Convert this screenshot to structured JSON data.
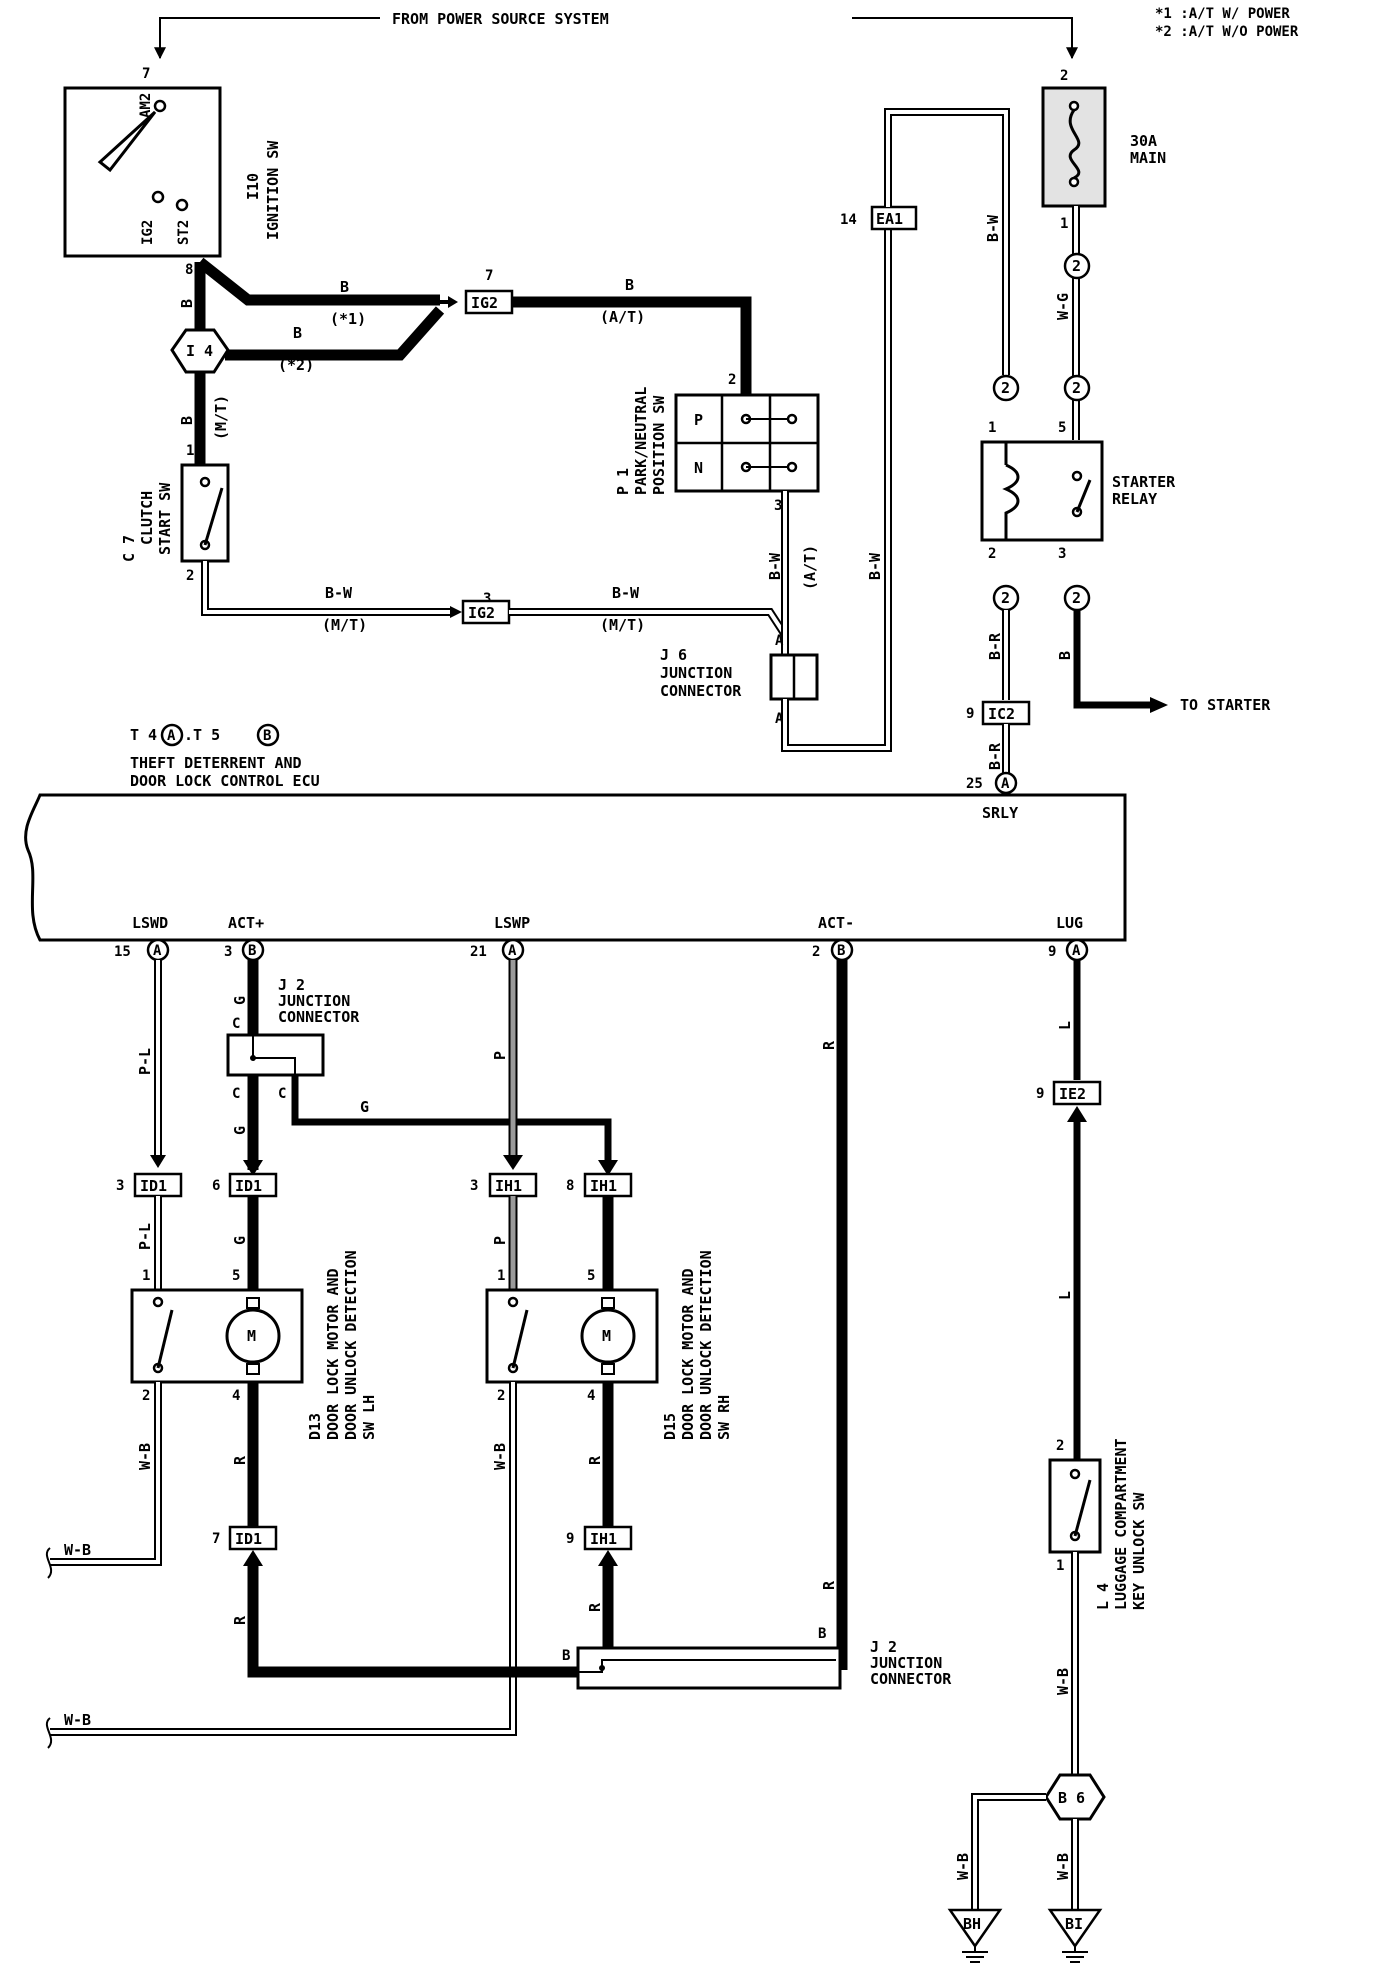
{
  "legend": {
    "note1": "*1 :A/T W/ POWER",
    "note2": "*2 :A/T W/O POWER"
  },
  "top": {
    "from_power": "FROM POWER SOURCE SYSTEM"
  },
  "ignition": {
    "code": "I10",
    "name": "IGNITION SW",
    "pin_am2": "AM2",
    "pin_ig2": "IG2",
    "pin_st2": "ST2",
    "pin7": "7",
    "pin8": "8"
  },
  "main_fuse": {
    "pin2": "2",
    "pin1": "1",
    "rating": "30A",
    "name": "MAIN"
  },
  "splice_i4": "I 4",
  "wires_left": {
    "b1": "B",
    "b2": "B",
    "b3": "B",
    "b4": "B",
    "b5": "B",
    "star1": "(*1)",
    "star2": "(*2)",
    "mt1": "(M/T)",
    "mt2": "(M/T)",
    "mt3": "(M/T)",
    "at1": "(A/T)",
    "at2": "(A/T)",
    "bw1": "B-W",
    "bw2": "B-W",
    "bw3": "B-W",
    "bw4": "B-W",
    "bw5": "B-W"
  },
  "ig2_top": {
    "pin": "7",
    "label": "IG2"
  },
  "ig2_bottom": {
    "pin": "3",
    "label": "IG2"
  },
  "clutch": {
    "code": "C 7",
    "name1": "CLUTCH",
    "name2": "START SW",
    "pin1": "1",
    "pin2": "2"
  },
  "park_neutral": {
    "code": "P 1",
    "name1": "PARK/NEUTRAL",
    "name2": "POSITION SW",
    "pin2": "2",
    "pin3": "3",
    "p": "P",
    "n": "N"
  },
  "j6": {
    "code": "J 6",
    "name1": "JUNCTION",
    "name2": "CONNECTOR",
    "a1": "A",
    "a2": "A"
  },
  "ea1": {
    "pin": "14",
    "label": "EA1"
  },
  "relay_side": {
    "wg": "W-G",
    "br1": "B-R",
    "br2": "B-R",
    "b": "B",
    "c2": "2",
    "c2b": "2",
    "c2c": "2",
    "c2d": "2",
    "c2e": "2"
  },
  "starter_relay": {
    "name1": "STARTER",
    "name2": "RELAY",
    "pin1": "1",
    "pin2": "2",
    "pin3": "3",
    "pin5": "5"
  },
  "to_starter": "TO STARTER",
  "ic2": {
    "pin": "9",
    "label": "IC2"
  },
  "ecu": {
    "title_code": "T 4",
    "title_code2": ".T 5",
    "conn_a": "A",
    "conn_b": "B",
    "name1": "THEFT DETERRENT AND",
    "name2": "DOOR LOCK CONTROL ECU",
    "srly_pin": "25",
    "srly": "SRLY",
    "lswd": "LSWD",
    "lswd_pin": "15",
    "actp": "ACT+",
    "actp_pin": "3",
    "lswp": "LSWP",
    "lswp_pin": "21",
    "actm": "ACT-",
    "actm_pin": "2",
    "lug": "LUG",
    "lug_pin": "9"
  },
  "j2_top": {
    "code": "J 2",
    "name1": "JUNCTION",
    "name2": "CONNECTOR",
    "c1": "C",
    "c2": "C",
    "c3": "C"
  },
  "j2_bottom": {
    "code": "J 2",
    "name1": "JUNCTION",
    "name2": "CONNECTOR",
    "b1": "B",
    "b2": "B"
  },
  "lower_wires": {
    "pl1": "P-L",
    "pl2": "P-L",
    "g1": "G",
    "g2": "G",
    "g3": "G",
    "g4": "G",
    "p1": "P",
    "p2": "P",
    "r1": "R",
    "r2": "R",
    "r3": "R",
    "r4": "R",
    "r5": "R",
    "r6": "R",
    "l1": "L",
    "l2": "L",
    "wb1": "W-B",
    "wb2": "W-B",
    "wb3": "W-B",
    "wb4": "W-B",
    "wb5": "W-B",
    "wb6": "W-B",
    "wb7": "W-B"
  },
  "connectors": {
    "id1a_pin": "3",
    "id1a": "ID1",
    "id1b_pin": "6",
    "id1b": "ID1",
    "ih1a_pin": "3",
    "ih1a": "IH1",
    "ih1b_pin": "8",
    "ih1b": "IH1",
    "id1c_pin": "7",
    "id1c": "ID1",
    "ih1c_pin": "9",
    "ih1c": "IH1",
    "ie2_pin": "9",
    "ie2": "IE2"
  },
  "d13": {
    "code": "D13",
    "name1": "DOOR LOCK MOTOR AND",
    "name2": "DOOR UNLOCK DETECTION",
    "name3": "SW LH",
    "pin1": "1",
    "pin2": "2",
    "pin4": "4",
    "pin5": "5",
    "motor": "M"
  },
  "d15": {
    "code": "D15",
    "name1": "DOOR LOCK MOTOR AND",
    "name2": "DOOR UNLOCK DETECTION",
    "name3": "SW RH",
    "pin1": "1",
    "pin2": "2",
    "pin4": "4",
    "pin5": "5",
    "motor": "M"
  },
  "l4": {
    "code": "L 4",
    "name1": "LUGGAGE COMPARTMENT",
    "name2": "KEY UNLOCK SW",
    "pin1": "1",
    "pin2": "2"
  },
  "ground": {
    "b6": "B 6",
    "bh": "BH",
    "bi": "BI"
  }
}
